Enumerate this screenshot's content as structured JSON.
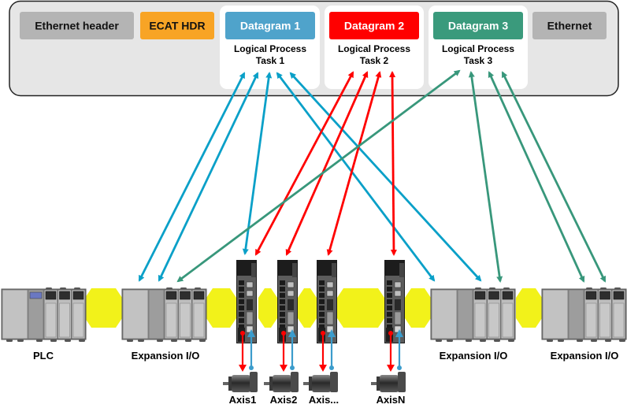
{
  "frame": {
    "segments": [
      {
        "id": "ethernet-header",
        "label": "Ethernet header",
        "color": "#b4b4b4",
        "text_color": "#111111"
      },
      {
        "id": "ecat-hdr",
        "label": "ECAT HDR",
        "color": "#f8a425",
        "text_color": "#111111"
      },
      {
        "id": "datagram-1",
        "label": "Datagram 1",
        "color": "#4fa3cb",
        "text_color": "#ffffff",
        "task_line1": "Logical Process",
        "task_line2": "Task 1"
      },
      {
        "id": "datagram-2",
        "label": "Datagram 2",
        "color": "#ff0000",
        "text_color": "#ffffff",
        "task_line1": "Logical Process",
        "task_line2": "Task 2"
      },
      {
        "id": "datagram-3",
        "label": "Datagram 3",
        "color": "#3a9a7c",
        "text_color": "#ffffff",
        "task_line1": "Logical Process",
        "task_line2": "Task 3"
      },
      {
        "id": "ethernet-trailer",
        "label": "Ethernet",
        "color": "#b4b4b4",
        "text_color": "#111111"
      }
    ]
  },
  "colors": {
    "task1": "#0aa0c8",
    "task2": "#ff0000",
    "task3": "#38977b",
    "bus": "#f2f21a",
    "feedback": "#3b9ccc"
  },
  "devices": {
    "plc": {
      "label": "PLC"
    },
    "expansion_io": [
      {
        "label": "Expansion I/O"
      },
      {
        "label": "Expansion I/O"
      },
      {
        "label": "Expansion I/O"
      }
    ],
    "axes": [
      {
        "label": "Axis1"
      },
      {
        "label": "Axis2"
      },
      {
        "label": "Axis..."
      },
      {
        "label": "AxisN"
      }
    ]
  }
}
